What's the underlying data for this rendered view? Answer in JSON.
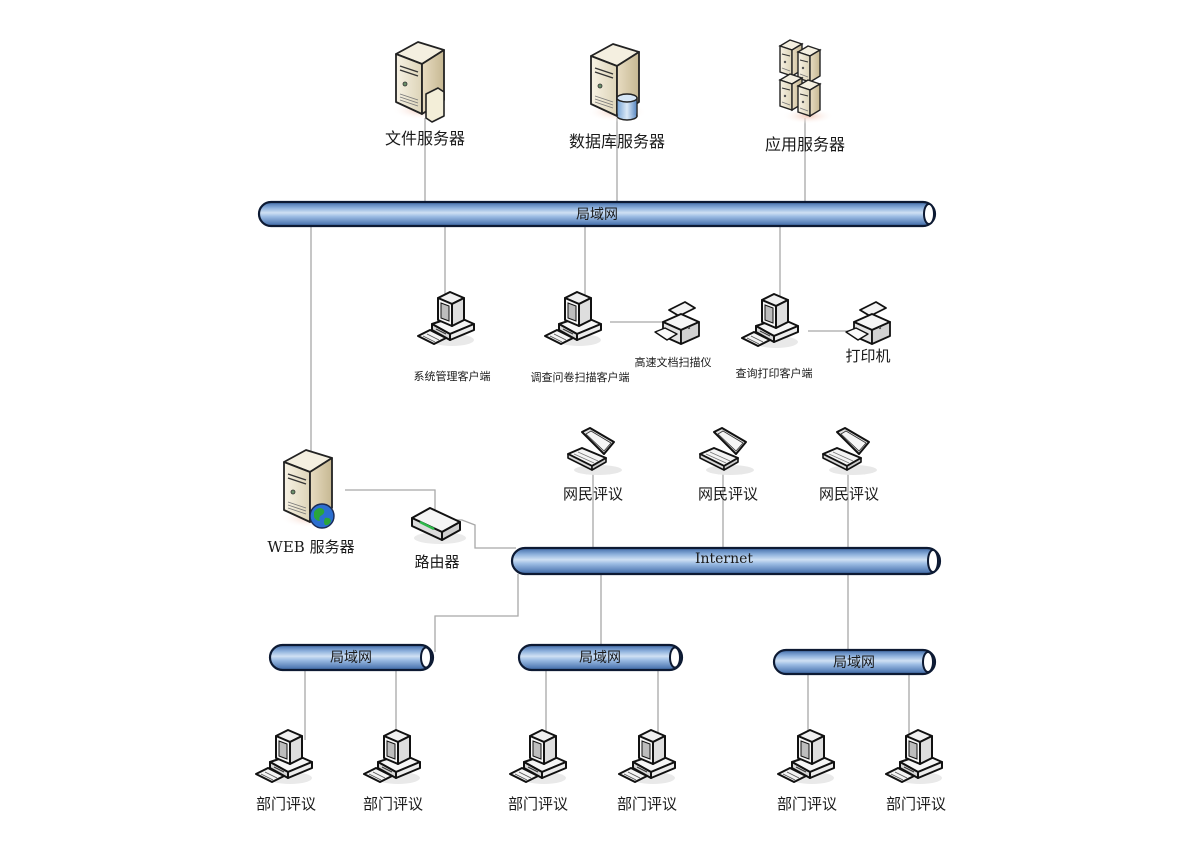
{
  "diagram": {
    "servers": {
      "file_server": "文件服务器",
      "db_server": "数据库服务器",
      "app_server": "应用服务器",
      "web_server": "WEB 服务器"
    },
    "networks": {
      "main_lan": "局域网",
      "internet": "Internet",
      "dept_lan_1": "局域网",
      "dept_lan_2": "局域网",
      "dept_lan_3": "局域网"
    },
    "clients": {
      "sys_admin": "系统管理客户端",
      "survey_scan": "调查问卷扫描客户端",
      "scanner": "高速文档扫描仪",
      "query_print": "查询打印客户端",
      "printer": "打印机"
    },
    "router": "路由器",
    "netizens": [
      "网民评议",
      "网民评议",
      "网民评议"
    ],
    "departments": [
      "部门评议",
      "部门评议",
      "部门评议",
      "部门评议",
      "部门评议",
      "部门评议"
    ]
  }
}
